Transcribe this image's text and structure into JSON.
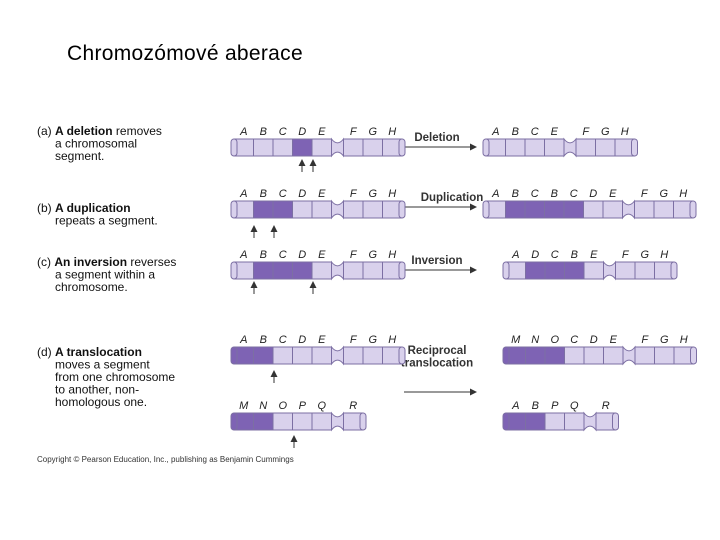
{
  "title": "Chromozómové aberace",
  "colors": {
    "dark": "#7e63b4",
    "light": "#d9d1ec",
    "outline": "#7c6fa3",
    "arrow": "#333333"
  },
  "rows": [
    {
      "desc": [
        [
          "(a) ",
          "A ",
          "deletion",
          " removes"
        ],
        [
          "a chromosomal"
        ],
        [
          "segment."
        ]
      ],
      "operation": [
        "Deletion"
      ],
      "before": [
        {
          "labels": [
            "A",
            "B",
            "C",
            "D",
            "E",
            "F",
            "G",
            "H"
          ],
          "segs": [
            [
              "A",
              "l"
            ],
            [
              "B",
              "l"
            ],
            [
              "C",
              "l"
            ],
            [
              "D",
              "d"
            ],
            [
              "E",
              "l"
            ],
            [
              "cen"
            ],
            [
              "F",
              "l"
            ],
            [
              "G",
              "l"
            ],
            [
              "H",
              "l"
            ]
          ]
        }
      ],
      "after": [
        {
          "labels": [
            "A",
            "B",
            "C",
            "E",
            "F",
            "G",
            "H"
          ],
          "segs": [
            [
              "A",
              "l"
            ],
            [
              "B",
              "l"
            ],
            [
              "C",
              "l"
            ],
            [
              "E",
              "l"
            ],
            [
              "cen"
            ],
            [
              "F",
              "l"
            ],
            [
              "G",
              "l"
            ],
            [
              "H",
              "l"
            ]
          ]
        }
      ]
    },
    {
      "desc": [
        [
          "(b) ",
          "A ",
          "duplication"
        ],
        [
          "repeats a segment."
        ]
      ],
      "operation": [
        "Duplication"
      ],
      "before": [
        {
          "labels": [
            "A",
            "B",
            "C",
            "D",
            "E",
            "F",
            "G",
            "H"
          ],
          "segs": [
            [
              "A",
              "l"
            ],
            [
              "B",
              "d"
            ],
            [
              "C",
              "d"
            ],
            [
              "D",
              "l"
            ],
            [
              "E",
              "l"
            ],
            [
              "cen"
            ],
            [
              "F",
              "l"
            ],
            [
              "G",
              "l"
            ],
            [
              "H",
              "l"
            ]
          ]
        }
      ],
      "after": [
        {
          "labels": [
            "A",
            "B",
            "C",
            "B",
            "C",
            "D",
            "E",
            "F",
            "G",
            "H"
          ],
          "segs": [
            [
              "A",
              "l"
            ],
            [
              "B",
              "d"
            ],
            [
              "C",
              "d"
            ],
            [
              "B",
              "d"
            ],
            [
              "C",
              "d"
            ],
            [
              "D",
              "l"
            ],
            [
              "E",
              "l"
            ],
            [
              "cen"
            ],
            [
              "F",
              "l"
            ],
            [
              "G",
              "l"
            ],
            [
              "H",
              "l"
            ]
          ]
        }
      ]
    },
    {
      "desc": [
        [
          "(c) ",
          "An ",
          "inversion",
          " reverses"
        ],
        [
          "a segment within a"
        ],
        [
          "chromosome."
        ]
      ],
      "operation": [
        "Inversion"
      ],
      "before": [
        {
          "labels": [
            "A",
            "B",
            "C",
            "D",
            "E",
            "F",
            "G",
            "H"
          ],
          "segs": [
            [
              "A",
              "l"
            ],
            [
              "B",
              "d"
            ],
            [
              "C",
              "d"
            ],
            [
              "D",
              "d"
            ],
            [
              "E",
              "l"
            ],
            [
              "cen"
            ],
            [
              "F",
              "l"
            ],
            [
              "G",
              "l"
            ],
            [
              "H",
              "l"
            ]
          ]
        }
      ],
      "after": [
        {
          "labels": [
            "A",
            "D",
            "C",
            "B",
            "E",
            "F",
            "G",
            "H"
          ],
          "segs": [
            [
              "A",
              "l"
            ],
            [
              "D",
              "d"
            ],
            [
              "C",
              "d"
            ],
            [
              "B",
              "d"
            ],
            [
              "E",
              "l"
            ],
            [
              "cen"
            ],
            [
              "F",
              "l"
            ],
            [
              "G",
              "l"
            ],
            [
              "H",
              "l"
            ]
          ]
        }
      ]
    },
    {
      "desc": [
        [
          "(d) ",
          "A ",
          "translocation"
        ],
        [
          "moves a segment"
        ],
        [
          "from one chromosome"
        ],
        [
          "to another, non-"
        ],
        [
          "homologous one."
        ]
      ],
      "operation": [
        "Reciprocal",
        "translocation"
      ],
      "before": [
        {
          "labels": [
            "A",
            "B",
            "C",
            "D",
            "E",
            "F",
            "G",
            "H"
          ],
          "segs": [
            [
              "A",
              "d"
            ],
            [
              "B",
              "d"
            ],
            [
              "C",
              "l"
            ],
            [
              "D",
              "l"
            ],
            [
              "E",
              "l"
            ],
            [
              "cen"
            ],
            [
              "F",
              "l"
            ],
            [
              "G",
              "l"
            ],
            [
              "H",
              "l"
            ]
          ]
        },
        {
          "labels": [
            "M",
            "N",
            "O",
            "P",
            "Q",
            "R"
          ],
          "segs": [
            [
              "M",
              "d"
            ],
            [
              "N",
              "d"
            ],
            [
              "O",
              "l"
            ],
            [
              "P",
              "l"
            ],
            [
              "Q",
              "l"
            ],
            [
              "cen"
            ],
            [
              "R",
              "l"
            ]
          ]
        }
      ],
      "after": [
        {
          "labels": [
            "M",
            "N",
            "O",
            "C",
            "D",
            "E",
            "F",
            "G",
            "H"
          ],
          "segs": [
            [
              "M",
              "d"
            ],
            [
              "N",
              "d"
            ],
            [
              "O",
              "d"
            ],
            [
              "C",
              "l"
            ],
            [
              "D",
              "l"
            ],
            [
              "E",
              "l"
            ],
            [
              "cen"
            ],
            [
              "F",
              "l"
            ],
            [
              "G",
              "l"
            ],
            [
              "H",
              "l"
            ]
          ]
        },
        {
          "labels": [
            "A",
            "B",
            "P",
            "Q",
            "R"
          ],
          "segs": [
            [
              "A",
              "d"
            ],
            [
              "B",
              "d"
            ],
            [
              "P",
              "l"
            ],
            [
              "Q",
              "l"
            ],
            [
              "cen"
            ],
            [
              "R",
              "l"
            ]
          ]
        }
      ]
    }
  ],
  "copyright": "Copyright © Pearson Education, Inc., publishing as Benjamin Cummings"
}
